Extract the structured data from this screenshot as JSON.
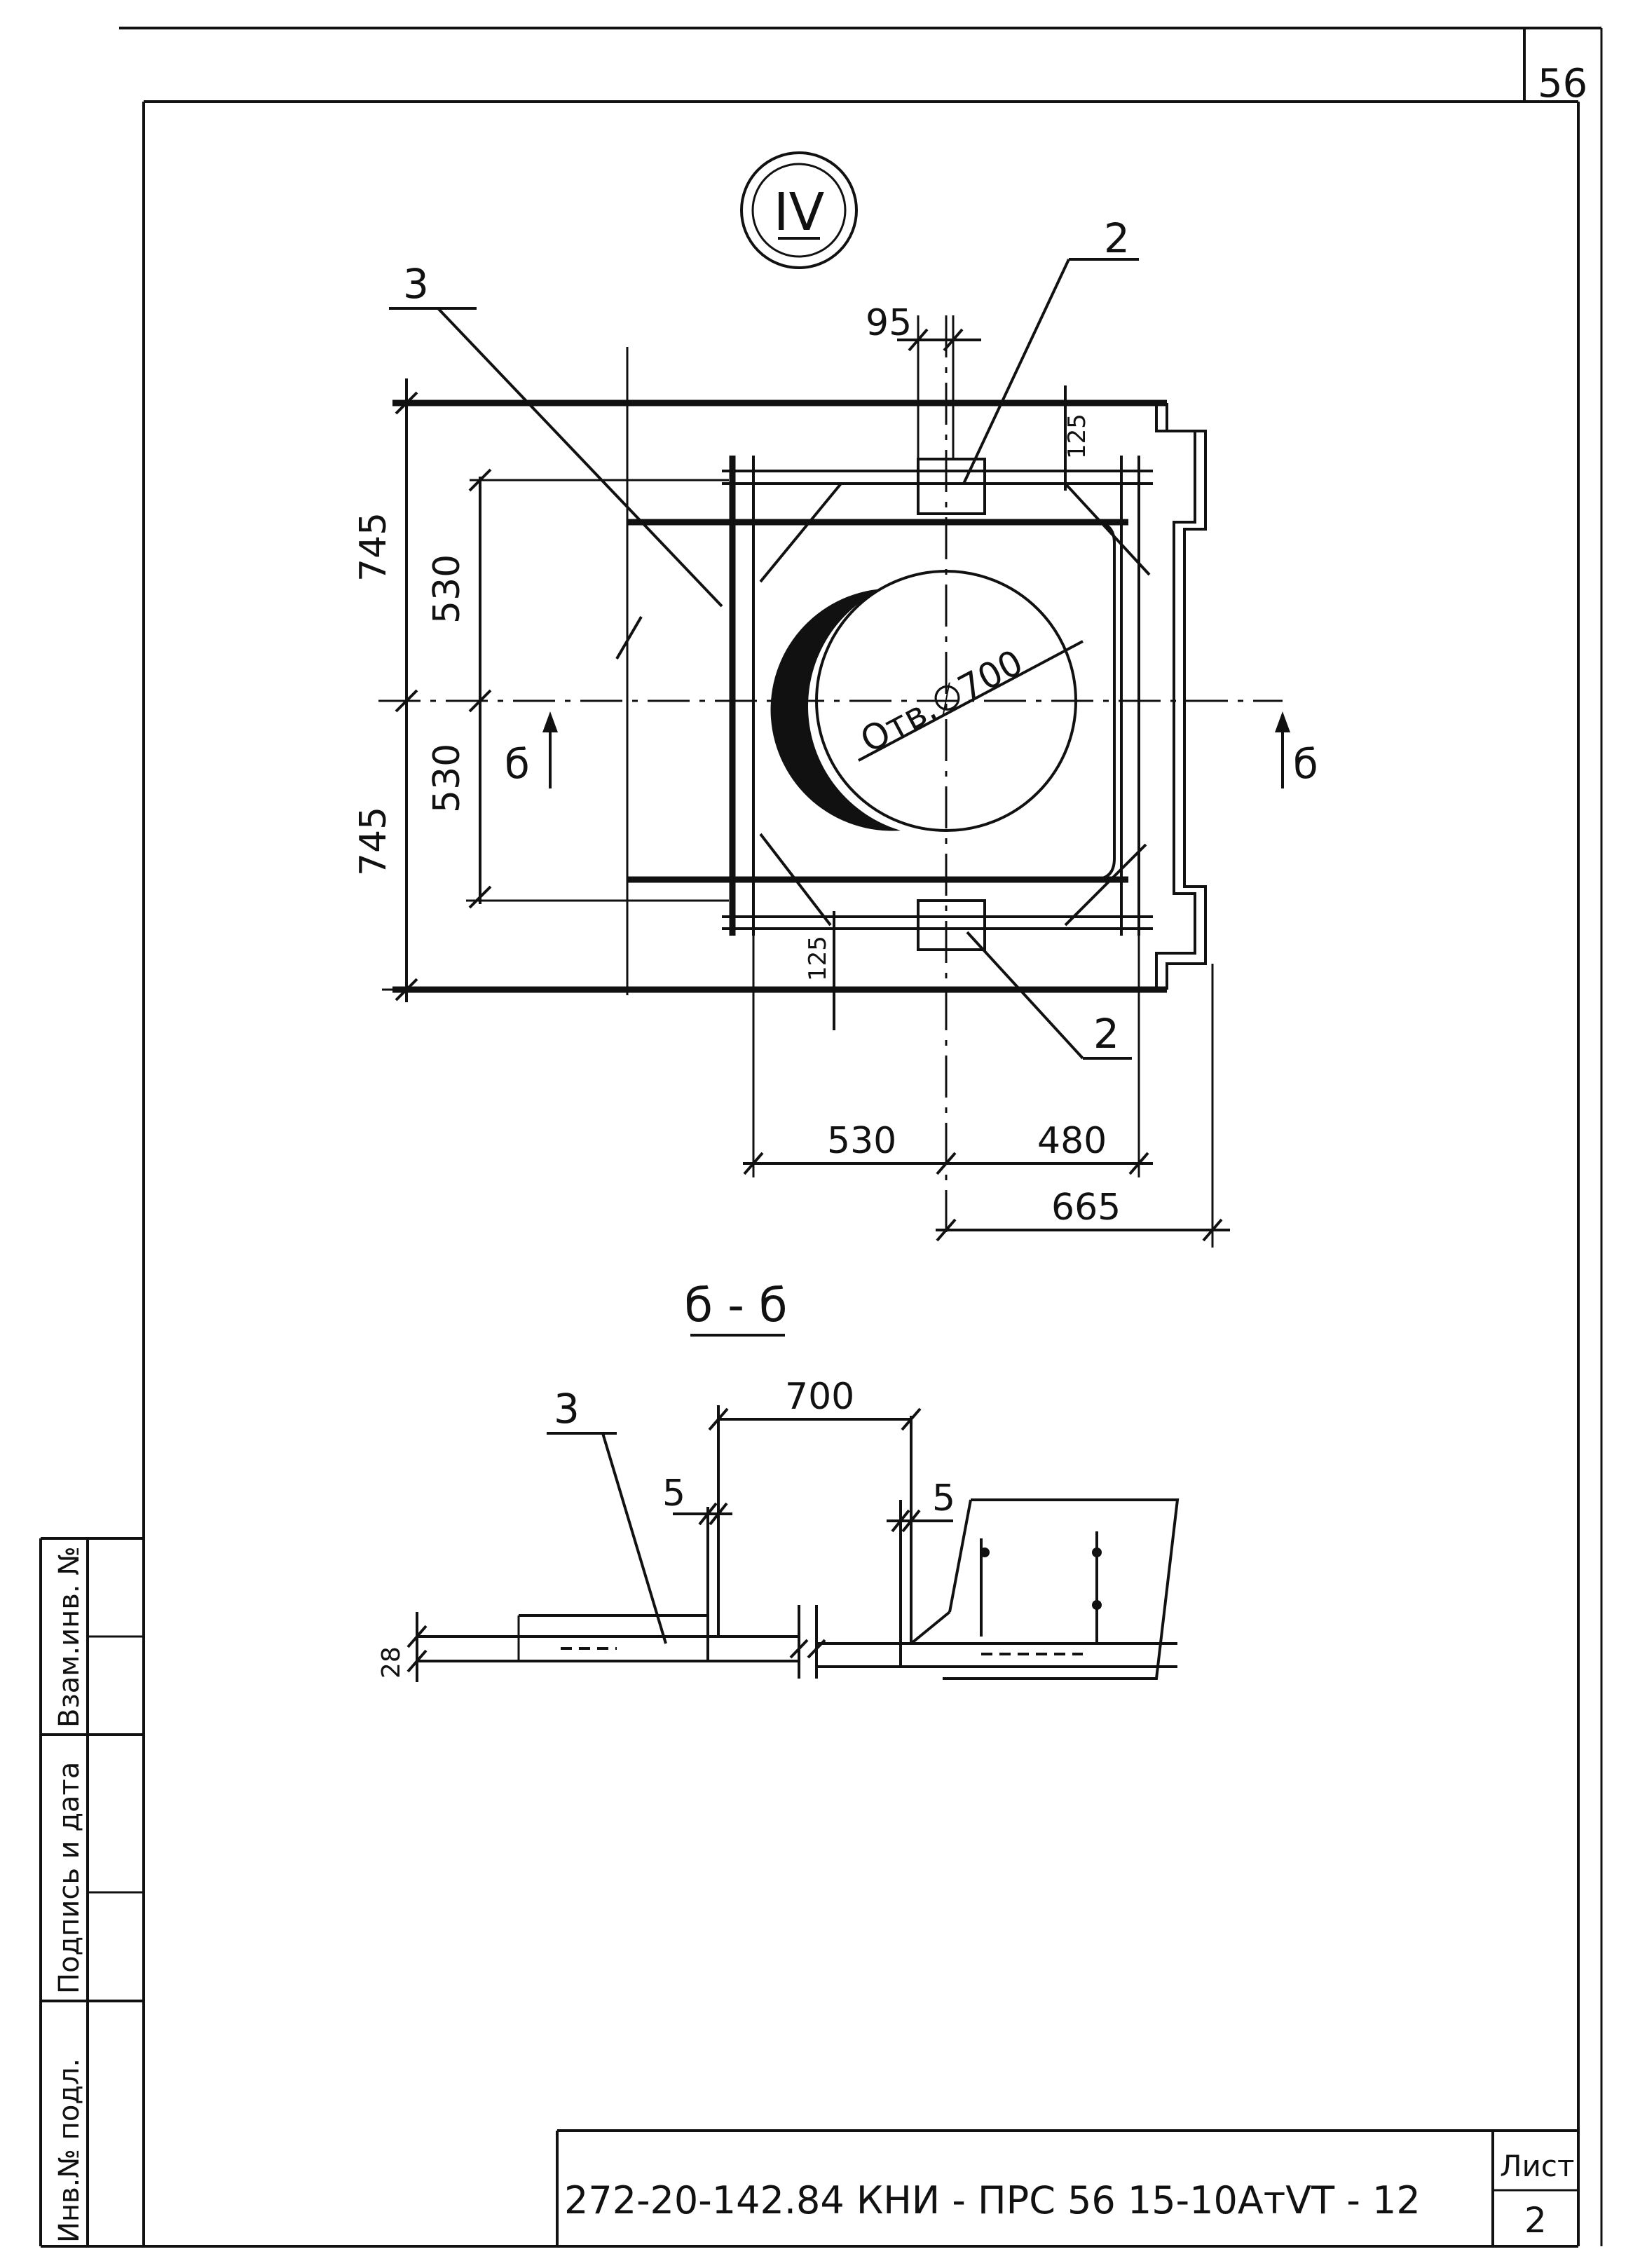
{
  "sheet": {
    "page_number": "56",
    "view_label": "IV",
    "section_title": "б - б",
    "drawing_code": "272-20-142.84  КНИ - ПРС 56 15-10АтVТ - 12",
    "sheet_label": "Лист",
    "sheet_number": "2"
  },
  "side_stamp": {
    "fields": [
      "Инв.№ подл.",
      "Подпись и дата",
      "Взам.инв. №"
    ]
  },
  "plan": {
    "dims_left_outer": [
      "745",
      "745"
    ],
    "dims_left_inner": [
      "530",
      "530"
    ],
    "dim_top_small": "95",
    "dim_top_right_small": "125",
    "dim_bottom_small": "125",
    "dims_bottom": [
      "530",
      "480"
    ],
    "dim_bottom_lower": "665",
    "hole_label": "Отв.∅700",
    "callouts": [
      "3",
      "2",
      "2"
    ],
    "section_marks": [
      "б",
      "б"
    ]
  },
  "section": {
    "dim_opening": "700",
    "dims_gap": [
      "5",
      "5"
    ],
    "dim_thickness": "28",
    "callout": "3"
  }
}
